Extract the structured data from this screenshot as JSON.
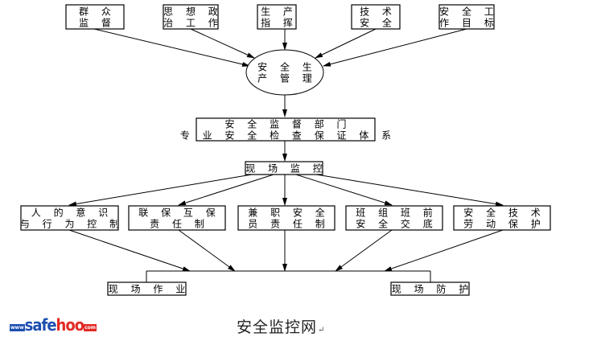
{
  "diagram": {
    "caption": "安全监控网",
    "caption_mark": "↵",
    "logo": {
      "prefix": "www",
      "brand_a": "safe",
      "brand_b": "hoo",
      "suffix": "com",
      "color_a": "#1d4fb0",
      "color_b": "#e22b25"
    },
    "nodes": [
      {
        "id": "mass-supervision",
        "lines": [
          "群 众",
          "监 督"
        ],
        "shape": "rect"
      },
      {
        "id": "political-work",
        "lines": [
          "思 想 政",
          "治 工 作"
        ],
        "shape": "rect"
      },
      {
        "id": "production-command",
        "lines": [
          "生 产",
          "指 挥"
        ],
        "shape": "rect"
      },
      {
        "id": "technical-safety",
        "lines": [
          "技 术",
          "安 全"
        ],
        "shape": "rect"
      },
      {
        "id": "safety-goals",
        "lines": [
          "安 全 工",
          "作 目 标"
        ],
        "shape": "rect"
      },
      {
        "id": "safety-production-management",
        "lines": [
          "安 全 生",
          "产 管 理"
        ],
        "shape": "ellipse"
      },
      {
        "id": "safety-supervision-dept",
        "lines": [
          "安 全 监 督 部 门",
          "专 业 安 全 检 查 保 证 体 系"
        ],
        "shape": "rect"
      },
      {
        "id": "site-monitoring",
        "lines": [
          "现 场 监 控"
        ],
        "shape": "rect"
      },
      {
        "id": "human-awareness",
        "lines": [
          "人 的 意 识",
          "与 行 为 控 制"
        ],
        "shape": "rect"
      },
      {
        "id": "mutual-protection",
        "lines": [
          "联 保 互 保",
          "责 任 制"
        ],
        "shape": "rect"
      },
      {
        "id": "part-time-safety-officer",
        "lines": [
          "兼 职 安 全",
          "员 责 任 制"
        ],
        "shape": "rect"
      },
      {
        "id": "shift-safety-briefing",
        "lines": [
          "班 组 班 前",
          "安 全 交 底"
        ],
        "shape": "rect"
      },
      {
        "id": "tech-labor-protection",
        "lines": [
          "安 全 技 术",
          "劳 动 保 护"
        ],
        "shape": "rect"
      },
      {
        "id": "site-operation",
        "lines": [
          "现 场 作 业"
        ],
        "shape": "rect"
      },
      {
        "id": "site-protection",
        "lines": [
          "现 场 防 护"
        ],
        "shape": "rect"
      }
    ],
    "edges": [
      {
        "from": "mass-supervision",
        "to": "safety-production-management"
      },
      {
        "from": "political-work",
        "to": "safety-production-management"
      },
      {
        "from": "production-command",
        "to": "safety-production-management"
      },
      {
        "from": "technical-safety",
        "to": "safety-production-management"
      },
      {
        "from": "safety-goals",
        "to": "safety-production-management"
      },
      {
        "from": "safety-production-management",
        "to": "safety-supervision-dept"
      },
      {
        "from": "safety-supervision-dept",
        "to": "site-monitoring"
      },
      {
        "from": "site-monitoring",
        "to": "human-awareness"
      },
      {
        "from": "site-monitoring",
        "to": "mutual-protection"
      },
      {
        "from": "site-monitoring",
        "to": "part-time-safety-officer"
      },
      {
        "from": "site-monitoring",
        "to": "shift-safety-briefing"
      },
      {
        "from": "site-monitoring",
        "to": "tech-labor-protection"
      },
      {
        "from": "human-awareness",
        "to": "bus"
      },
      {
        "from": "mutual-protection",
        "to": "bus"
      },
      {
        "from": "part-time-safety-officer",
        "to": "bus"
      },
      {
        "from": "shift-safety-briefing",
        "to": "bus"
      },
      {
        "from": "tech-labor-protection",
        "to": "bus"
      },
      {
        "from": "bus",
        "to": "site-operation"
      },
      {
        "from": "bus",
        "to": "site-protection"
      }
    ]
  }
}
